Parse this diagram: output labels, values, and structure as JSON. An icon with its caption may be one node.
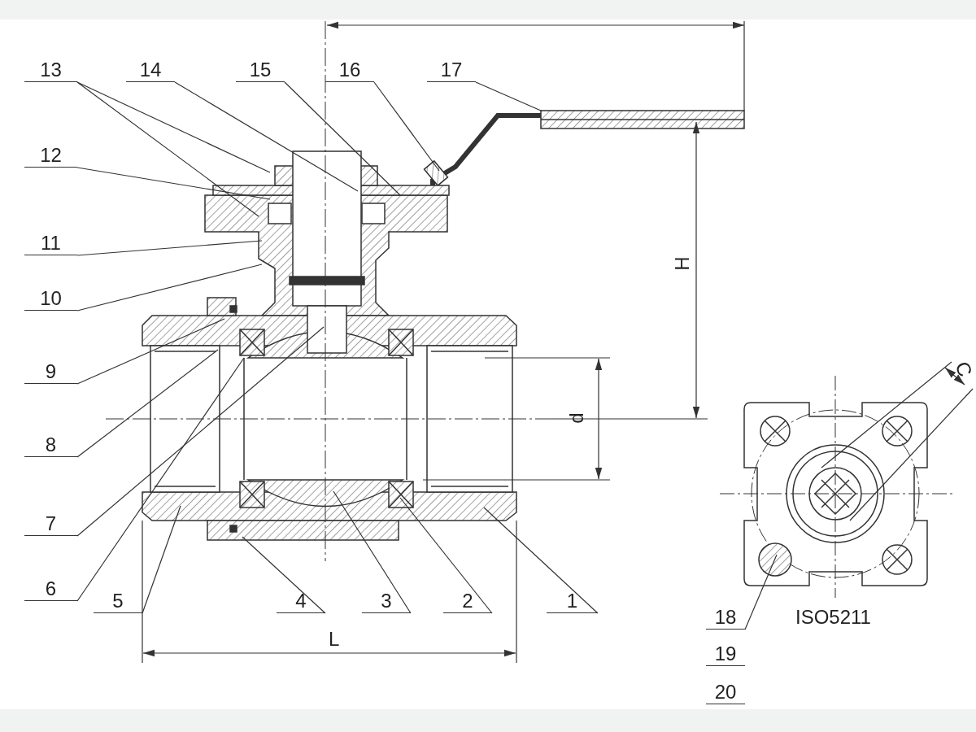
{
  "diagram": {
    "nodes": [
      {
        "text": [
          "13"
        ]
      },
      {
        "text": [
          "14"
        ]
      },
      {
        "text": [
          "15"
        ]
      },
      {
        "text": [
          "16"
        ]
      },
      {
        "text": [
          "17"
        ]
      },
      {
        "text": [
          "12"
        ]
      },
      {
        "text": [
          "11"
        ]
      },
      {
        "text": [
          "10"
        ]
      },
      {
        "text": [
          "9"
        ]
      },
      {
        "text": [
          "8"
        ]
      },
      {
        "text": [
          "7"
        ]
      },
      {
        "text": [
          "6"
        ]
      },
      {
        "text": [
          "5"
        ]
      },
      {
        "text": [
          "4"
        ]
      },
      {
        "text": [
          "3"
        ]
      },
      {
        "text": [
          "2"
        ]
      },
      {
        "text": [
          "1"
        ]
      },
      {
        "text": [
          "18"
        ]
      },
      {
        "text": [
          "19"
        ]
      },
      {
        "text": [
          "20"
        ]
      }
    ],
    "edges": [
      {
        "from": 0,
        "to": null,
        "arrow": "none"
      },
      {
        "from": 0,
        "to": null,
        "arrow": "none"
      },
      {
        "from": 1,
        "to": null,
        "arrow": "none"
      },
      {
        "from": 2,
        "to": null,
        "arrow": "none"
      },
      {
        "from": 3,
        "to": null,
        "arrow": "none"
      },
      {
        "from": 4,
        "to": null,
        "arrow": "none"
      },
      {
        "from": 5,
        "to": null,
        "arrow": "none"
      },
      {
        "from": 6,
        "to": null,
        "arrow": "none"
      },
      {
        "from": 7,
        "to": null,
        "arrow": "none"
      },
      {
        "from": 8,
        "to": null,
        "arrow": "none"
      },
      {
        "from": 9,
        "to": null,
        "arrow": "none"
      },
      {
        "from": 10,
        "to": null,
        "arrow": "none"
      },
      {
        "from": 11,
        "to": null,
        "arrow": "none"
      },
      {
        "from": 12,
        "to": null,
        "arrow": "none"
      },
      {
        "from": 13,
        "to": null,
        "arrow": "none"
      },
      {
        "from": 14,
        "to": null,
        "arrow": "none"
      },
      {
        "from": 15,
        "to": null,
        "arrow": "none"
      },
      {
        "from": 16,
        "to": null,
        "arrow": "none"
      },
      {
        "from": 17,
        "to": null,
        "arrow": "none"
      }
    ],
    "labels": [
      "H",
      "d",
      "C",
      "L",
      "ISO5211"
    ]
  }
}
